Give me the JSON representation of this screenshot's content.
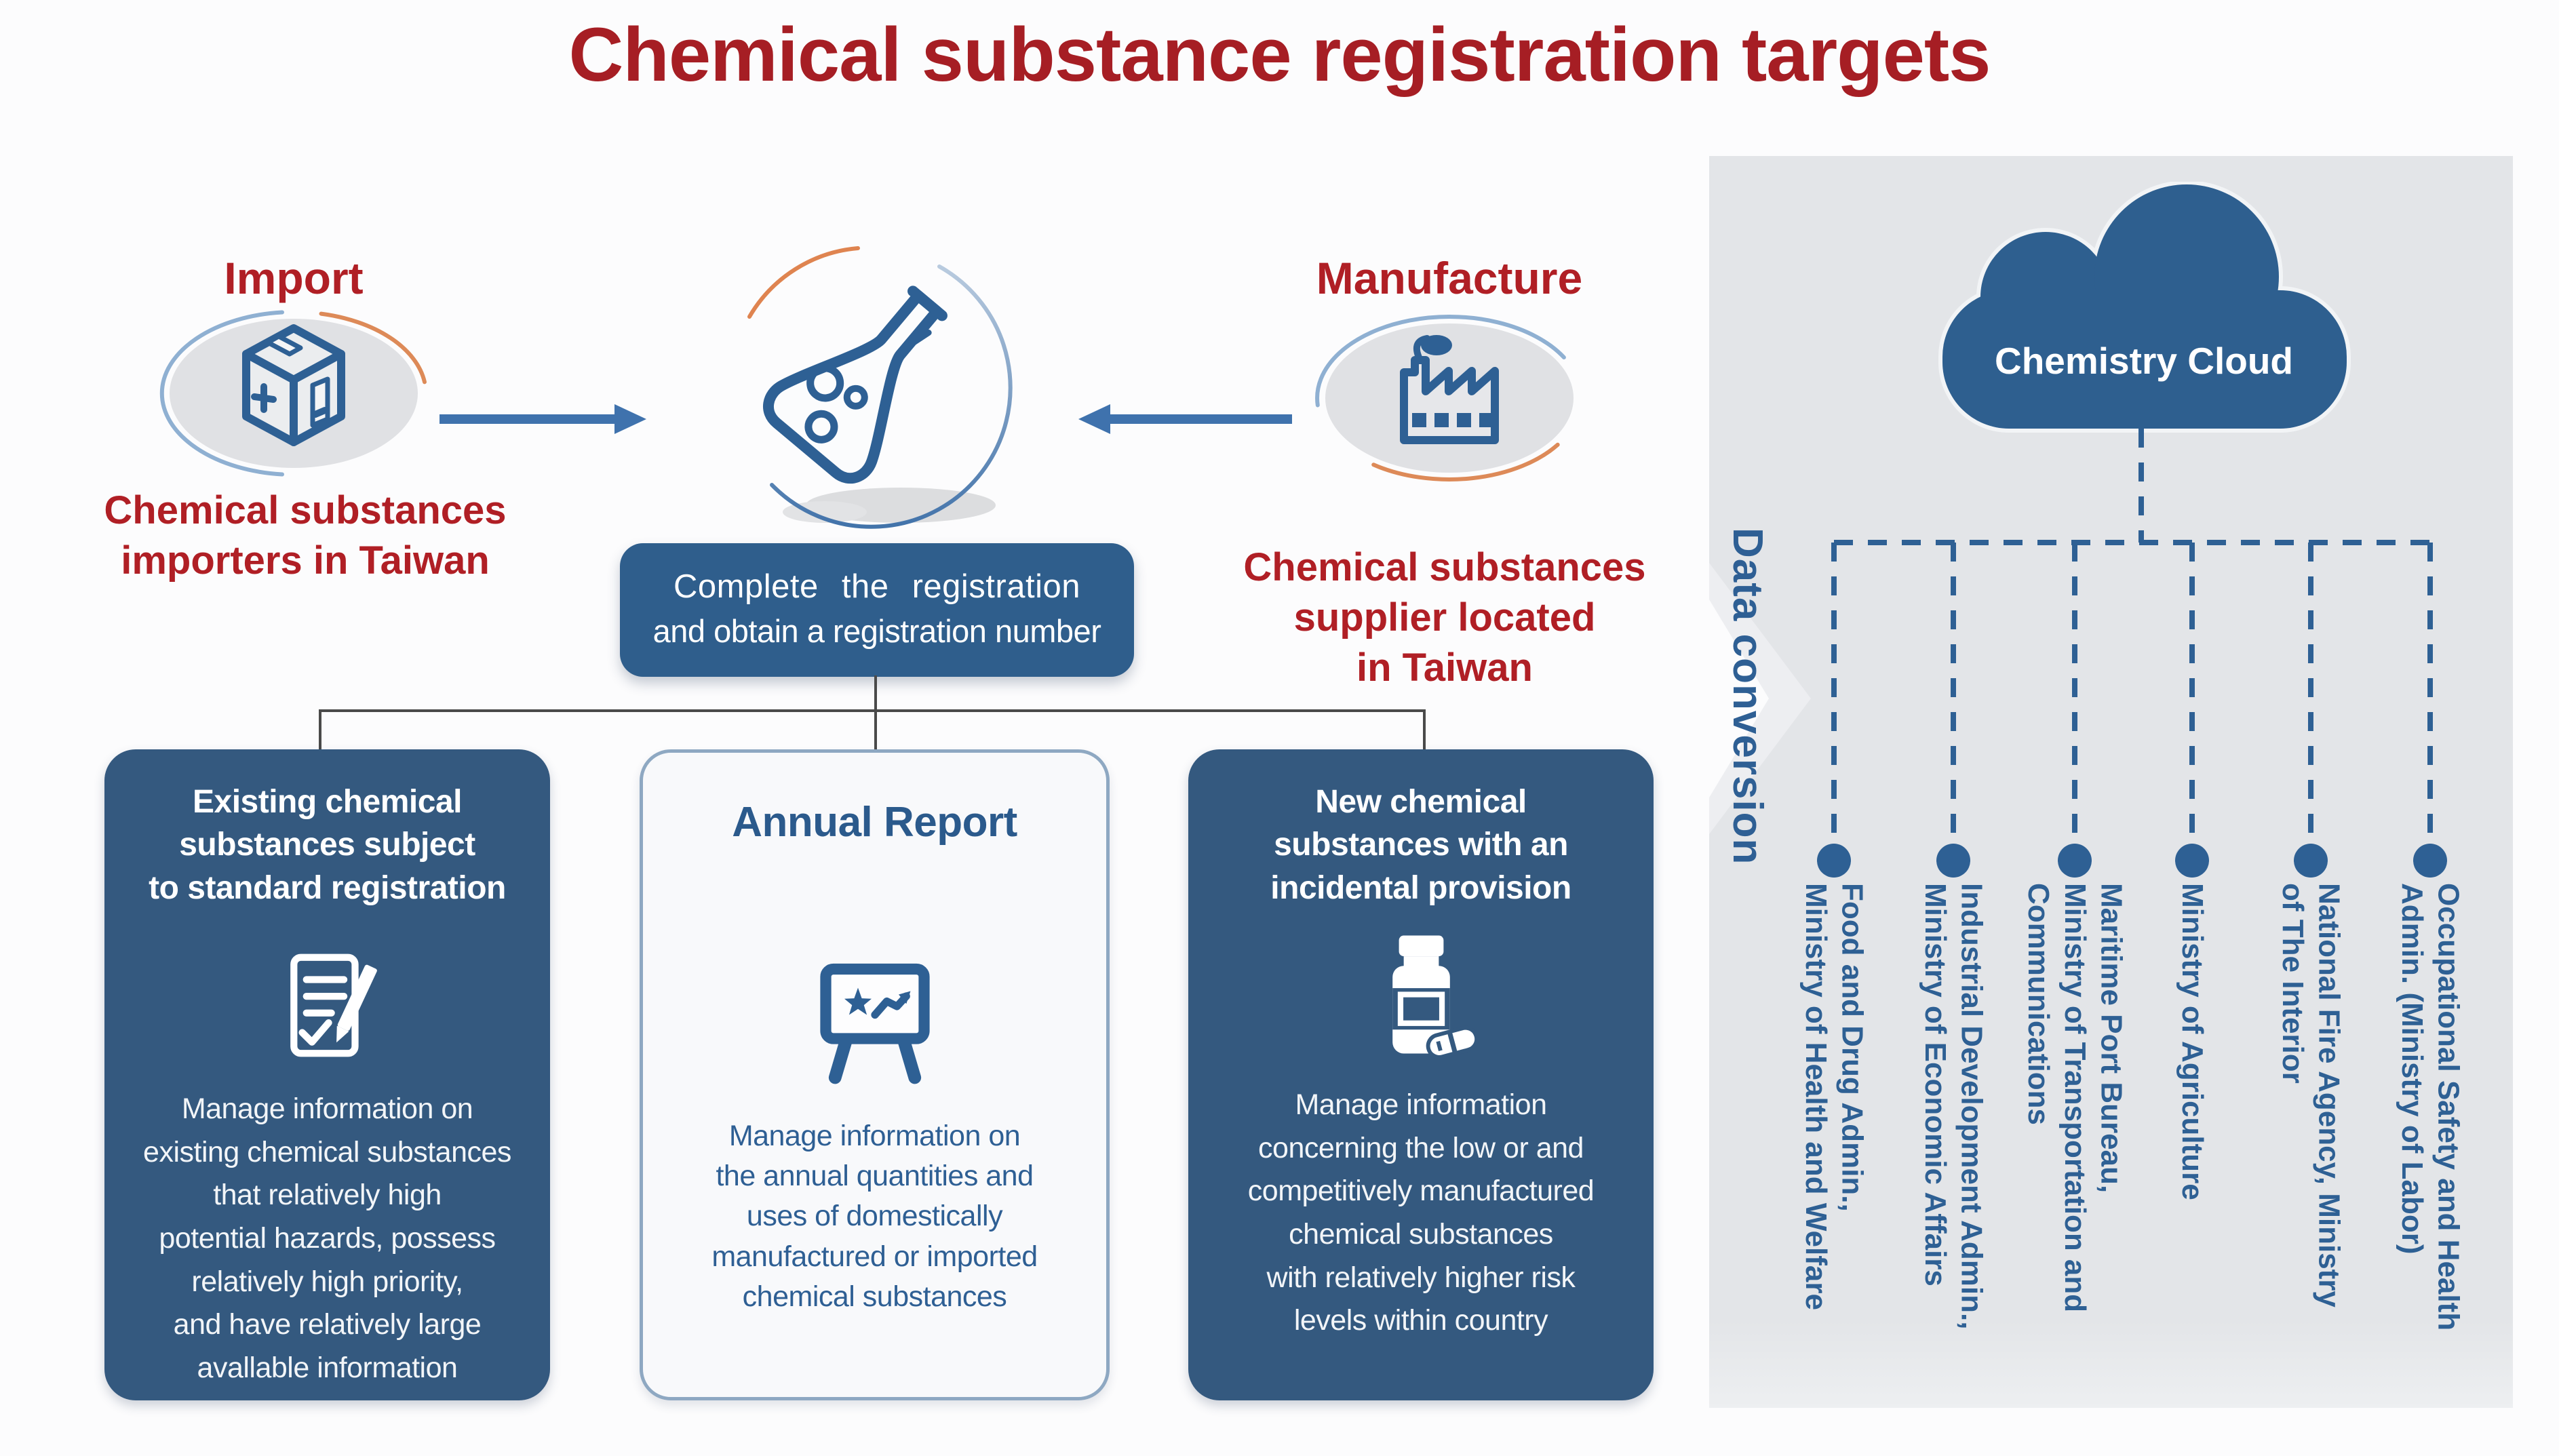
{
  "title": "Chemical substance registration targets",
  "flow": {
    "import_label": "Import",
    "import_caption": "Chemical substances\nimporters in Taiwan",
    "manufacture_label": "Manufacture",
    "manufacture_caption": "Chemical substances\nsupplier located\nin Taiwan",
    "registration_line1": "Complete the registration",
    "registration_line2": "and obtain a registration number",
    "icons": {
      "import": "package-box-icon",
      "center": "flask-icon",
      "manufacture": "factory-icon"
    }
  },
  "boxes": [
    {
      "title": "Existing chemical\nsubstances subject\nto standard registration",
      "icon": "document-pencil-icon",
      "body": "Manage information on\nexisting chemical substances\nthat relatively high\npotential hazards, possess\nrelatively high priority,\nand have relatively large\navallable information"
    },
    {
      "title": "Annual Report",
      "icon": "presentation-easel-icon",
      "body": "Manage information on\nthe annual quantities and\nuses of domestically\nmanufactured or imported\nchemical substances"
    },
    {
      "title": "New chemical\nsubstances with an\nincidental provision",
      "icon": "pill-bottle-icon",
      "body": "Manage information\nconcerning the low or and\ncompetitively manufactured\nchemical substances\nwith relatively higher risk\nlevels within country"
    }
  ],
  "cloud_panel": {
    "cloud_label": "Chemistry Cloud",
    "side_label": "Data conversion",
    "agencies": [
      {
        "name": "Food and Drug Admin.,\nMinistry of Health and Welfare"
      },
      {
        "name": "Industrial Development Admin.,\nMinistry of Economic Affairs"
      },
      {
        "name": "Maritime Port Bureau,\nMinistry of Transportation and\nCommunications"
      },
      {
        "name": "Ministry of Agriculture"
      },
      {
        "name": "National Fire Agency, Ministry\nof The Interior"
      },
      {
        "name": "Occupational Safety and Health\nAdmin. (Ministry of Labor)"
      }
    ]
  },
  "colors": {
    "title_red": "#a61e24",
    "caption_red": "#b01f25",
    "box_blue": "#34597f",
    "registration_blue": "#2f5e8c",
    "icon_blue": "#2e6094",
    "arrow_blue": "#3f72ad",
    "panel_gray": "#e3e5e8",
    "heading_blue": "#2b5a8c",
    "body_text_blue": "#2e5f94",
    "ring_orange": "#dd8a58",
    "connector_gray": "#4a4a4a"
  }
}
